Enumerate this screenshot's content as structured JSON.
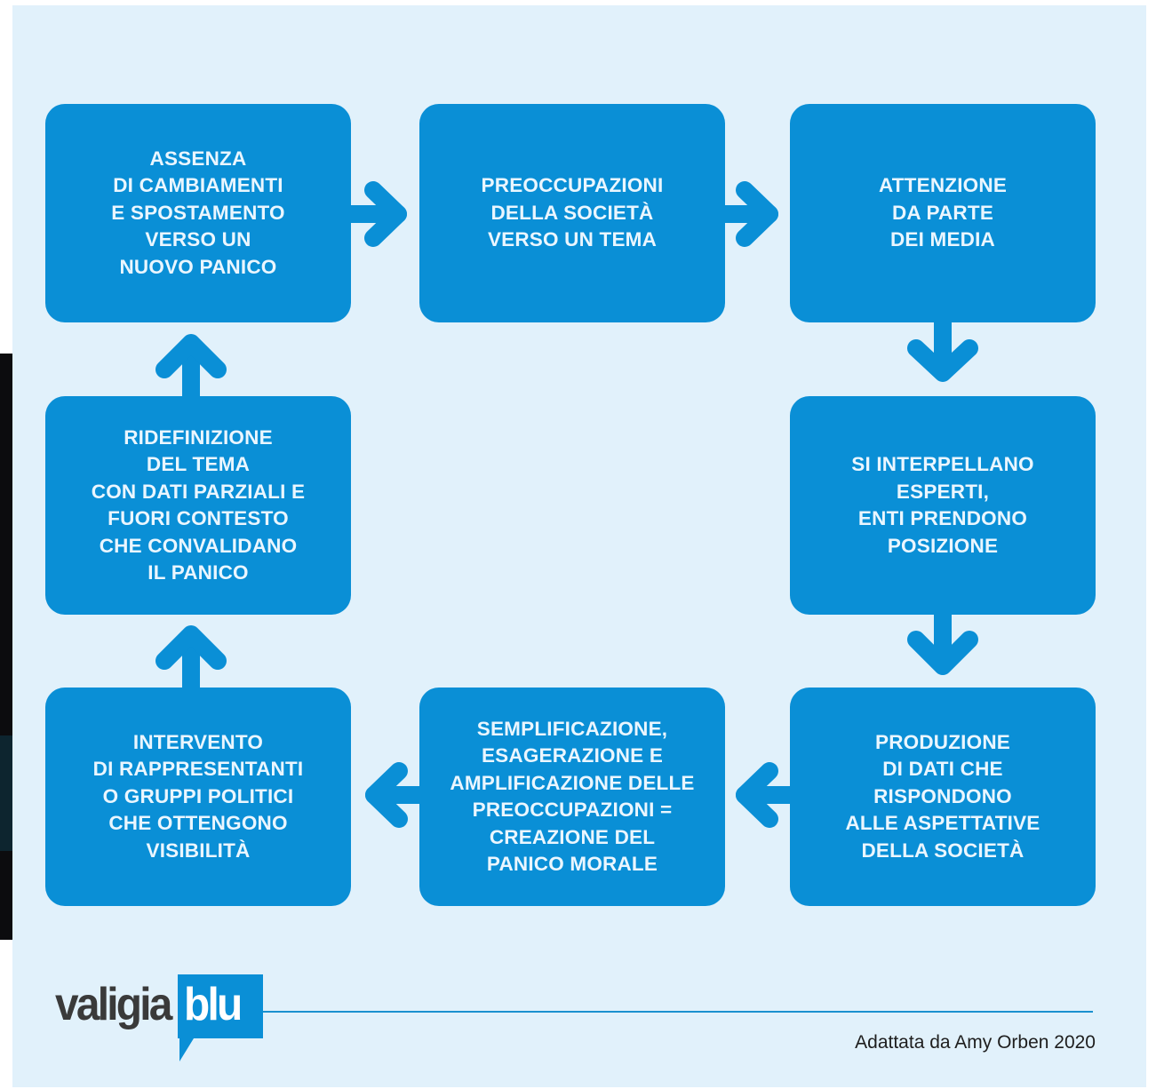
{
  "boxes": {
    "b1": "ASSENZA\nDI CAMBIAMENTI\nE SPOSTAMENTO\nVERSO UN\nNUOVO PANICO",
    "b2": "PREOCCUPAZIONI\nDELLA SOCIETÀ\nVERSO UN TEMA",
    "b3": "ATTENZIONE\nDA PARTE\nDEI MEDIA",
    "b4": "SI INTERPELLANO\nESPERTI,\nENTI PRENDONO\nPOSIZIONE",
    "b5": "PRODUZIONE\nDI DATI CHE\nRISPONDONO\nALLE ASPETTATIVE\nDELLA SOCIETÀ",
    "b6": "SEMPLIFICAZIONE,\nESAGERAZIONE E\nAMPLIFICAZIONE DELLE\nPREOCCUPAZIONI =\nCREAZIONE DEL\nPANICO MORALE",
    "b7": "INTERVENTO\nDI RAPPRESENTANTI\nO GRUPPI POLITICI\nCHE OTTENGONO\nVISIBILITÀ",
    "b8": "RIDEFINIZIONE\nDEL TEMA\nCON DATI PARZIALI E\nFUORI CONTESTO\nCHE CONVALIDANO\nIL PANICO"
  },
  "logo": {
    "part1": "valigia",
    "part2": "blu"
  },
  "credit": "Adattata da Amy Orben 2020",
  "colors": {
    "box": "#0a8fd6",
    "background": "#e1f1fb",
    "line": "#1a90cf"
  }
}
